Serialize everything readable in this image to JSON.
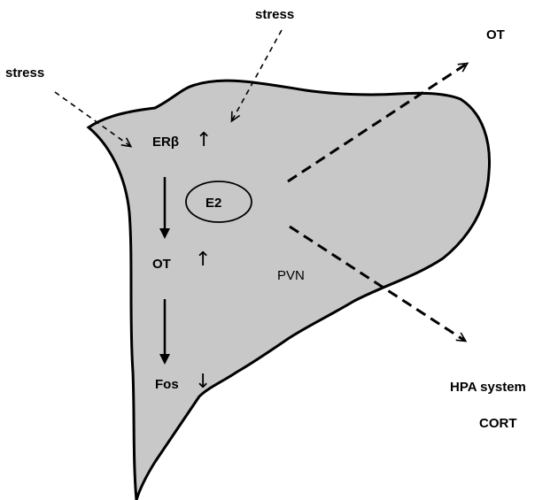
{
  "region": {
    "label": "PVN",
    "fill": "#c8c8c8"
  },
  "labels": {
    "stress_left": "stress",
    "stress_top": "stress",
    "er_beta": "ERβ",
    "er_beta_change": "↑",
    "e2": "E2",
    "ot_inner": "OT",
    "ot_inner_change": "↑",
    "fos": "Fos",
    "fos_change": "↓",
    "ot_outer": "OT",
    "hpa_system": "HPA system",
    "cort": "CORT"
  }
}
